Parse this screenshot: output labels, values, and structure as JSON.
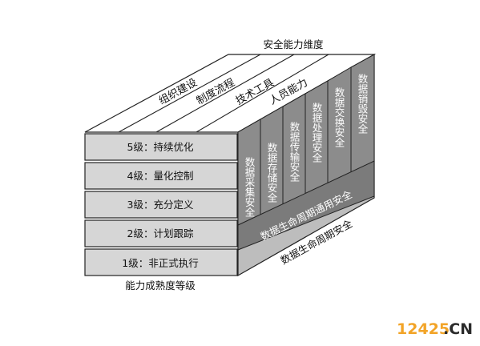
{
  "diagram": {
    "top_title": "安全能力维度",
    "top_dimensions": [
      "组织建设",
      "制度流程",
      "技术工具",
      "人员能力"
    ],
    "maturity_levels": [
      "5级：持续优化",
      "4级：量化控制",
      "3级：充分定义",
      "2级：计划跟踪",
      "1级：非正式执行"
    ],
    "maturity_axis_label": "能力成熟度等级",
    "stage_columns": [
      "数据采集安全",
      "数据存储安全",
      "数据传输安全",
      "数据处理安全",
      "数据交换安全",
      "数据销毁安全"
    ],
    "general_security_band": "数据生命周期通用安全",
    "lifecycle_label": "数据生命周期安全"
  },
  "watermark": {
    "number": "12425",
    "suffix": ".CN"
  },
  "colors": {
    "level_fill": "#d6d6d6",
    "column_fill": "#8c8c8c",
    "band_fill": "#7b7b7b",
    "watermark_orange": "#f2a428"
  }
}
